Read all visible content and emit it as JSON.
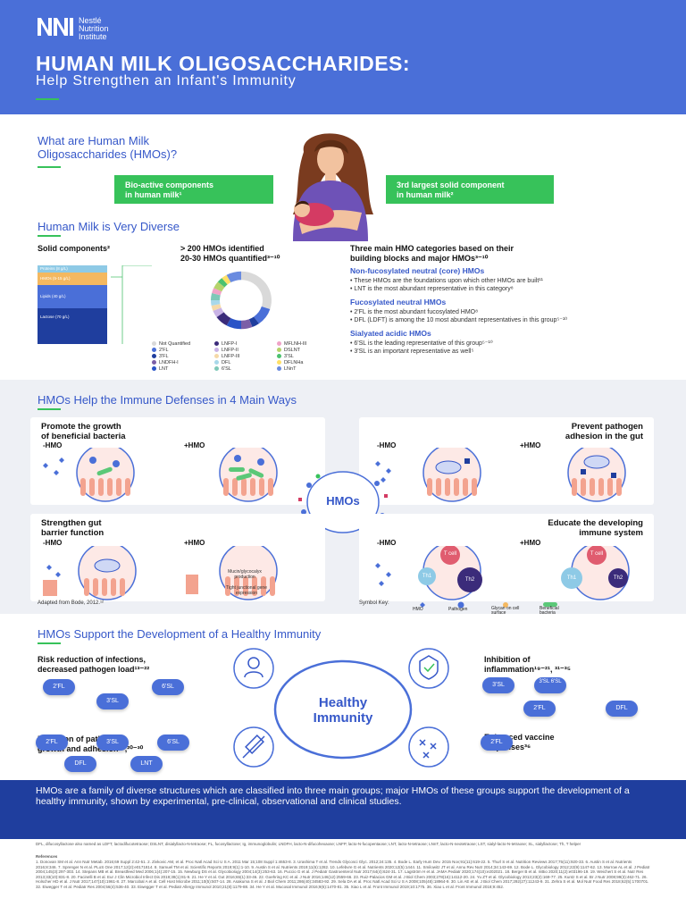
{
  "header": {
    "logo_line1": "Nestlé",
    "logo_line2": "Nutrition",
    "logo_line3": "Institute",
    "title": "HUMAN MILK OLIGOSACCHARIDES:",
    "subtitle": "Help Strengthen an Infant's Immunity"
  },
  "intro": {
    "heading_line1": "What are Human Milk",
    "heading_line2": "Oligosaccharides (HMOs)?",
    "box1_line1": "Bio-active components",
    "box1_line2": "in human milk¹",
    "box2_line1": "3rd largest solid component",
    "box2_line2": "in human milk²"
  },
  "diverse": {
    "heading": "Human Milk is Very Diverse",
    "solid_title": "Solid components²",
    "solid_bars": [
      {
        "label": "Proteins (8 g/L)",
        "value": 8,
        "color": "#8ecae6"
      },
      {
        "label": "HMOs (5-15 g/L)",
        "value": 10,
        "color": "#f4b860"
      },
      {
        "label": "Lipids (40 g/L)",
        "value": 40,
        "color": "#4a6fd8"
      },
      {
        "label": "Lactose (70 g/L)",
        "value": 70,
        "color": "#1f3e9e"
      }
    ],
    "hmo_title_line1": "> 200 HMOs identified",
    "hmo_title_line2": "20-30 HMOs quantified³⁻¹⁰",
    "legend": [
      {
        "label": "Not Quantified",
        "color": "#d9d9d9"
      },
      {
        "label": "2'FL",
        "color": "#4a6fd8"
      },
      {
        "label": "3'FL",
        "color": "#1f3e9e"
      },
      {
        "label": "LNDFH-I",
        "color": "#7b5ea7"
      },
      {
        "label": "LNT",
        "color": "#2a54c7"
      },
      {
        "label": "LNFP-I",
        "color": "#3b2b7a"
      },
      {
        "label": "LNFP-II",
        "color": "#c9b3e6"
      },
      {
        "label": "LNFP-III",
        "color": "#f5d9a8"
      },
      {
        "label": "DFL",
        "color": "#a8d8ea"
      },
      {
        "label": "6'SL",
        "color": "#7ec8b8"
      },
      {
        "label": "MFLNH-III",
        "color": "#f0a3c7"
      },
      {
        "label": "DSLNT",
        "color": "#b6d36b"
      },
      {
        "label": "3'SL",
        "color": "#4cc26f"
      },
      {
        "label": "DFLNHa",
        "color": "#ffe066"
      },
      {
        "label": "LNnT",
        "color": "#6a8be0"
      }
    ],
    "cat_title_line1": "Three main HMO categories based on their",
    "cat_title_line2": "building blocks and major HMOs³⁻¹⁰",
    "cat1_title": "Non-fucosylated neutral (core) HMOs",
    "cat1_b1": "These HMOs are the foundations upon which other HMOs are built¹¹",
    "cat1_b2": "LNT is the most abundant representative in this category⁸",
    "cat2_title": "Fucosylated neutral HMOs",
    "cat2_b1": "2'FL is the most abundant fucosylated HMO⁸",
    "cat2_b2": "DFL (LDFT) is among the 10 most abundant representatives in this group⁵⁻¹⁰",
    "cat3_title": "Sialyated acidic HMOs",
    "cat3_b1": "6'SL is the leading representative of this group⁵⁻¹⁰",
    "cat3_b2": "3'SL is an important representative as well⁵"
  },
  "chart_data": {
    "type": "pie",
    "categories": [
      "Not Quantified",
      "2'FL",
      "3'FL",
      "LNDFH-I",
      "LNT",
      "LNFP-I",
      "LNFP-II",
      "LNFP-III",
      "DFL",
      "6'SL",
      "MFLNH-III",
      "DSLNT",
      "3'SL",
      "DFLNHa",
      "LNnT"
    ],
    "values": [
      30,
      10,
      4,
      6,
      8,
      7,
      4,
      3,
      3,
      4,
      3,
      4,
      3,
      3,
      8
    ]
  },
  "immune": {
    "heading": "HMOs Help the Immune Defenses in 4 Main Ways",
    "card1_line1": "Promote the growth",
    "card1_line2": "of beneficial bacteria",
    "card2_line1": "Prevent pathogen",
    "card2_line2": "adhesion in the gut",
    "card3_line1": "Strengthen gut",
    "card3_line2": "barrier function",
    "card4_line1": "Educate the developing",
    "card4_line2": "immune system",
    "minus": "-HMO",
    "plus": "+HMO",
    "center": "HMOs",
    "tcell": "T cell",
    "th1": "Th1",
    "th2": "Th2",
    "mucin": "Mucin/glycocalyx production",
    "tight": "Tight junctional gene expression",
    "adapted": "Adapted from Bode, 2012.¹²",
    "symbol_key": "Symbol Key:",
    "key_hmo": "HMO",
    "key_pathogen": "Pathogen",
    "key_glycan": "Glycan on cell surface",
    "key_bacteria": "Beneficial bacteria"
  },
  "healthy": {
    "heading": "HMOs Support the Development of a Healthy Immunity",
    "center_line1": "Healthy",
    "center_line2": "Immunity",
    "b1_line1": "Risk reduction of infections,",
    "b1_line2": "decreased pathogen load¹³⁻²²",
    "b2_line1": "Inhibition of",
    "b2_line2": "inflammation¹⁹⁻²¹, ³¹⁻³⁵",
    "b3_line1": "Inhibition of pathogen",
    "b3_line2": "growth and adhesion¹⁹,²⁰⁻³⁰",
    "b4_line1": "Enhanced vaccine",
    "b4_line2": "responses³⁶",
    "p_2fl": "2'FL",
    "p_3sl": "3'SL",
    "p_6sl": "6'SL",
    "p_dfl": "DFL",
    "p_lnt": "LNT",
    "p_3sl6sl": "3'SL 6'SL"
  },
  "footer": {
    "statement": "HMOs are a family of diverse structures which are classified into three main groups; major HMOs of these groups support the development of a healthy immunity, shown by experimental, pre-clinical, observational and clinical studies.",
    "abbrev": "DFL, difucosyllactose also named as LDFT, lactodifucotetraose; DSLNT, disialyllacto-N-tetraose; FL, fucosyllactose; Ig, immunoglobulin; LNDFH, lacto-N-difucohexaose; LNFP, lacto-N-fucopentaose; LNT, lacto-N-tetraose; LNnT, lacto-N-neotetraose; LST, sialyl-lacto-N-tetraose; SL, sialyllactose; Th, T helper",
    "refs_title": "References",
    "refs": "1. Donovan SM et al. Ann Nutr Metab. 2016;69 Suppl 2:42-51. 2. Zivkovic AM, et al. Proc Natl Acad Sci U S A. 2011 Mar 15;108 Suppl 1:4653-8. 3. Urashima T et al. Trends Glycosci Glyc. 2012;24:135. 4. Bode L. Early Hum Dev. 2015 Nov;91(11):619-22. 5. Thurl S et al. Nutrition Reviews 2017;75(11):920-33. 6. Austin S et al. Nutrients 2016;8:346. 7. Sprenger N et al. PLoS One 2017;12(2):e0171814. 8. Samuel TM et al. Scientific Reports 2019;9(1):1-10. 9. Austin S et al. Nutrients 2019;11(6):1282. 10. Lefebvre G et al. Nutrients 2020;12(5):1444. 11. Smilowitz JT et al. Annu Rev Nutr 2014;34:143-69. 12. Bode L. Glycobiology 2012;22(9):1147-62. 13. Morrow AL et al. J Pediatr 2004;145(3):297-303. 14. Stepans MB et al. Breastfeed Med 2006;1(4):207-15. 15. Newburg DS et al. Glycobiology 2004;14(3):253-63. 16. Puccio G et al. J Pediatr Gastroenterol Nutr 2017;64(4):624-31. 17. Lagström H et al. JAMA Pediatr 2020;174(10):e202021. 18. Berger B et al. mBio 2020;11(2):e03196-19. 19. Weichert S et al. Nutr Res 2013;33(10):831-8. 20. Facinelli B et al. Eur J Clin Microbiol Infect Dis 2019;38(1):81-9. 21. He Y et al. Gut 2016;65(1):33-46. 22. Goehring KC et al. J Nutr 2016;146(12):2559-66. 23. Ruiz-Palacios GM et al. J Biol Chem 2003;278(16):14112-20. 24. Yu ZT et al. Glycobiology 2013;23(2):169-77. 25. Kuntz S et al. Br J Nutr 2008;99(3):462-71. 26. Holscher HD et al. J Nutr 2017;147(10):1961-8. 27. Marcobal A et al. Cell Host Microbe 2011;10(5):507-14. 28. Asakuma S et al. J Biol Chem 2011;286(40):34583-92. 29. Sela DA et al. Proc Natl Acad Sci U S A 2008;105(48):18964-9. 30. Lin AE et al. J Biol Chem 2017;292(27):11243-9. 31. Zehra S et al. Mol Nutr Food Res 2018;62(5):1700701. 32. Eiwegger T et al. Pediatr Res 2004;56(4):536-40. 33. Eiwegger T et al. Pediatr Allergy Immunol 2010;21(8):1179-88. 34. He Y et al. Mucosal Immunol 2016;9(6):1470-81. 35. Xiao L et al. Front Immunol 2019;10:1775. 36. Xiao L et al. Front Immunol 2018;9:452."
  }
}
